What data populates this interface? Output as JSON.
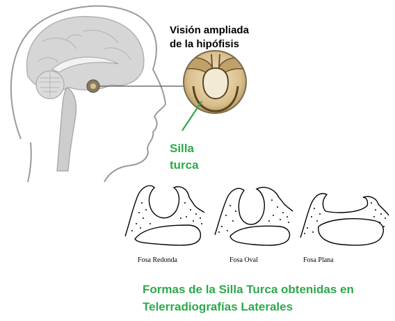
{
  "colors": {
    "accent_green": "#2ea84c",
    "line_gray": "#8a8a8a",
    "brain_gray": "#cfcfcf",
    "text_black": "#000000"
  },
  "icons": [
    "head-profile-illustration",
    "pituitary-zoom-circle",
    "sella-fossa-sketch"
  ],
  "zoom_label": {
    "line1": "Visión ampliada",
    "line2": "de la hipófisis"
  },
  "sella_label": {
    "line1": "Silla",
    "line2": "turca"
  },
  "fossa_shapes": [
    {
      "id": "redonda",
      "caption": "Fosa Redonda"
    },
    {
      "id": "oval",
      "caption": "Fosa Oval"
    },
    {
      "id": "plana",
      "caption": "Fosa Plana"
    }
  ],
  "caption": {
    "line1": "Formas de la Silla Turca obtenidas en",
    "line2": "Telerradiografías Laterales"
  }
}
